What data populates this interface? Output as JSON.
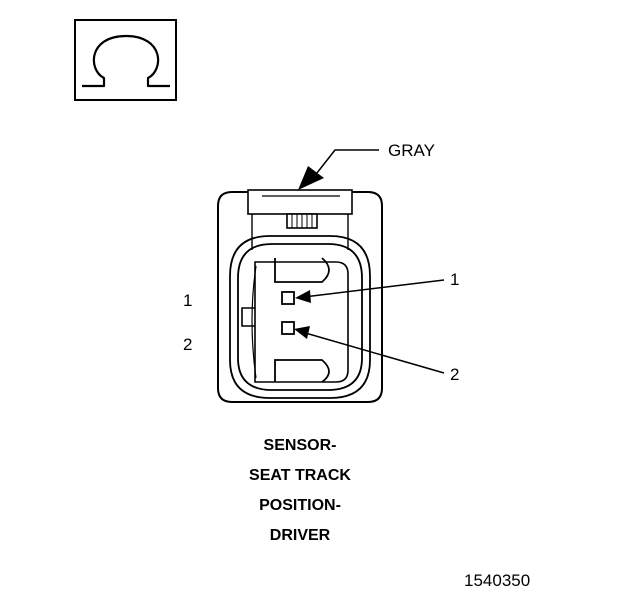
{
  "symbol": {
    "icon": "ohm-icon",
    "glyph": "Ω"
  },
  "connector": {
    "color_label": "GRAY",
    "pins": [
      {
        "number": "1",
        "callout": "1"
      },
      {
        "number": "2",
        "callout": "2"
      }
    ]
  },
  "title_lines": [
    "SENSOR-",
    "SEAT TRACK",
    "POSITION-",
    "DRIVER"
  ],
  "figure_id": "1540350"
}
